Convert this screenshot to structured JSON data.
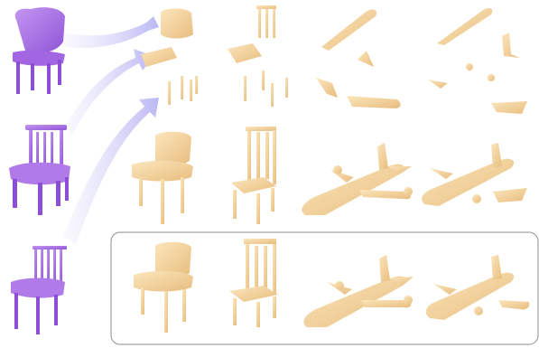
{
  "figure": {
    "description_tags": [
      "purple-source-chairs",
      "exploded-parts",
      "assembled-objects",
      "highlighted-results"
    ],
    "colors": {
      "source_object": "#a66ee0",
      "source_object_dark": "#7c46c2",
      "wood": "#f3d39a",
      "wood_light": "#fbe8c3",
      "wood_dark": "#d9a866",
      "arrow": "#b8b6f2",
      "frame": "#8e8e8e"
    },
    "rows": [
      {
        "id": "row-1",
        "source": "armless-chair",
        "content": "exploded-parts"
      },
      {
        "id": "row-2",
        "source": "spindle-chair",
        "content": "assembled-shapes"
      },
      {
        "id": "row-3",
        "source": "slat-back-chair",
        "content": "highlighted-results"
      }
    ]
  }
}
